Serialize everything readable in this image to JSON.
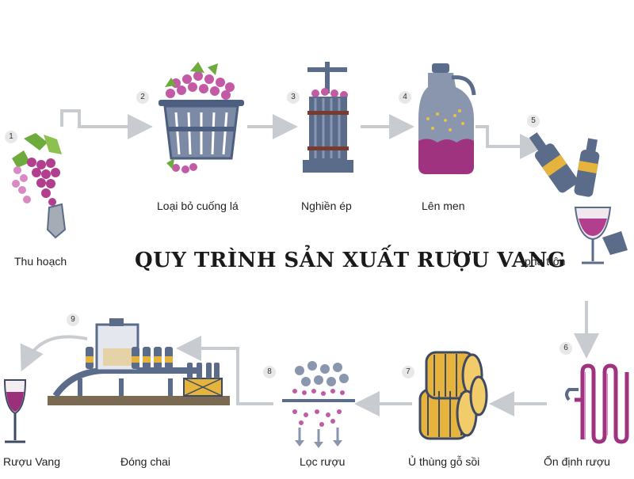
{
  "title": "QUY TRÌNH SẢN XUẤT RƯỢU VANG",
  "steps": [
    {
      "num": "1",
      "label": "Thu hoạch"
    },
    {
      "num": "2",
      "label": "Loại bỏ cuống lá"
    },
    {
      "num": "3",
      "label": "Nghiền ép"
    },
    {
      "num": "4",
      "label": "Lên men"
    },
    {
      "num": "5",
      "label": "pha trộn"
    },
    {
      "num": "6",
      "label": "Ổn định rượu"
    },
    {
      "num": "7",
      "label": "Ủ thùng gỗ sồi"
    },
    {
      "num": "8",
      "label": "Lọc rượu"
    },
    {
      "num": "9",
      "label": "Đóng chai"
    }
  ],
  "final_label": "Rượu Vang",
  "colors": {
    "purple": "#8a2d7a",
    "wine": "#7b1e5a",
    "grape_pink": "#c25aa5",
    "leaf_green": "#6cab3c",
    "slate": "#5b6b8a",
    "gold": "#e6b43c",
    "arrow": "#c8ccd0"
  }
}
